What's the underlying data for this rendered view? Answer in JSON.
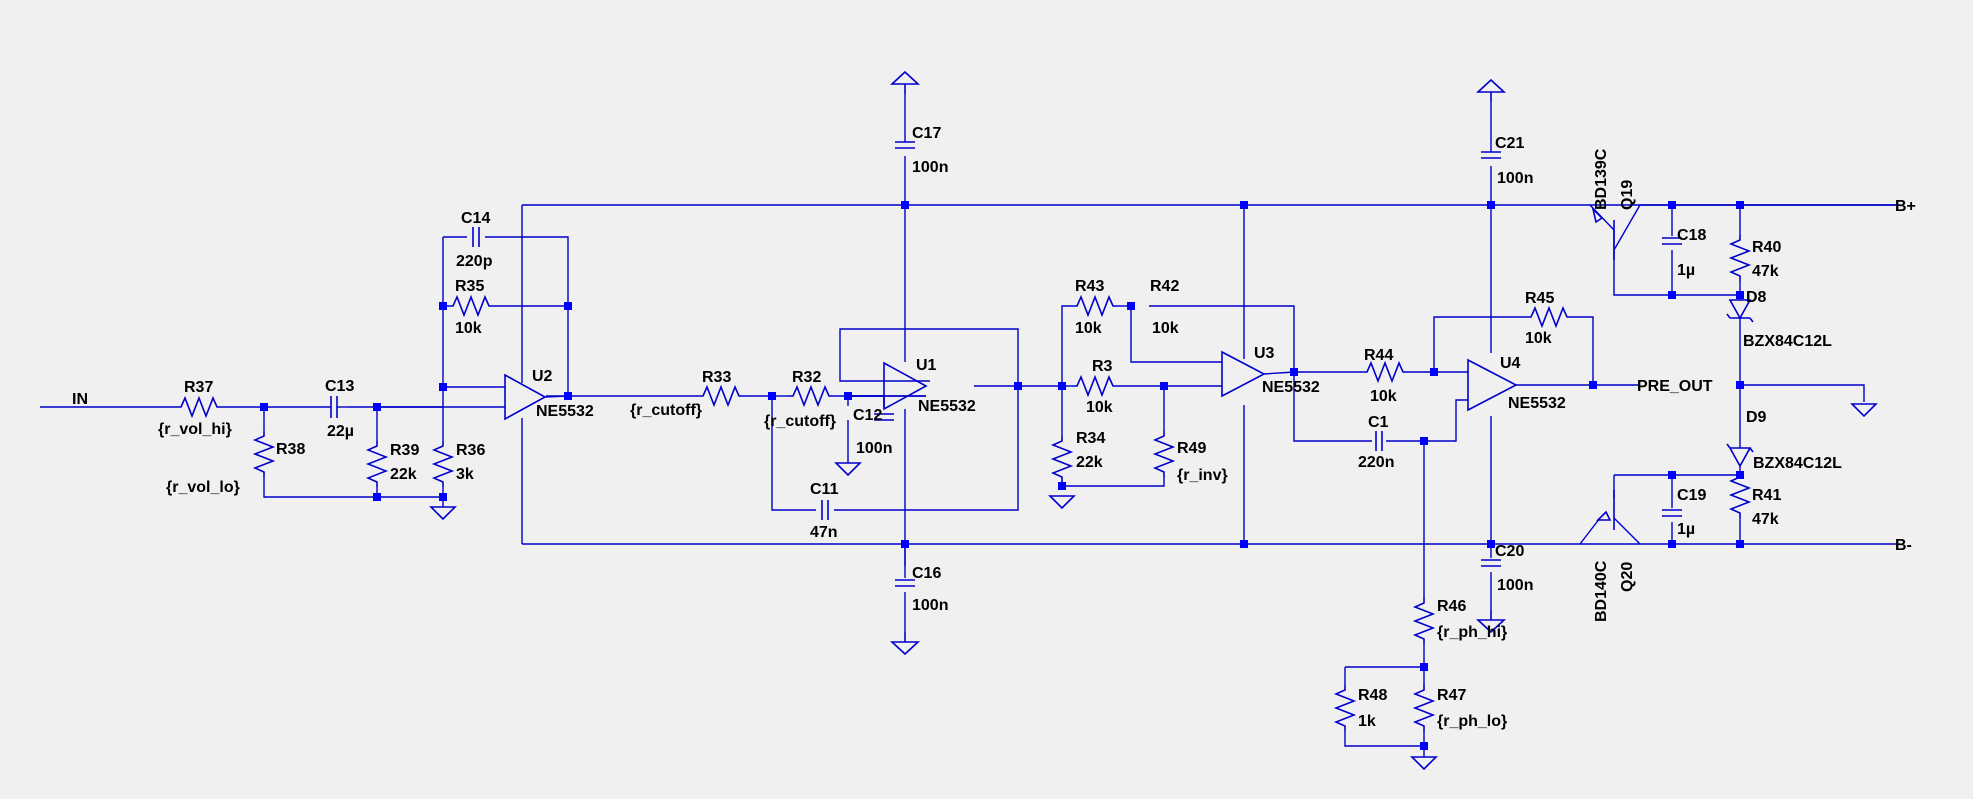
{
  "labels": {
    "in": "IN",
    "bplus": "B+",
    "bminus": "B-",
    "pre_out": "PRE_OUT"
  },
  "components": {
    "R37": {
      "ref": "R37",
      "value": "{r_vol_hi}"
    },
    "R38": {
      "ref": "R38",
      "value": "{r_vol_lo}"
    },
    "C13": {
      "ref": "C13",
      "value": "22µ"
    },
    "R39": {
      "ref": "R39",
      "value": "22k"
    },
    "R36": {
      "ref": "R36",
      "value": "3k"
    },
    "C14": {
      "ref": "C14",
      "value": "220p"
    },
    "R35": {
      "ref": "R35",
      "value": "10k"
    },
    "U2": {
      "ref": "U2",
      "value": "NE5532"
    },
    "R33": {
      "ref": "R33",
      "value": "{r_cutoff}"
    },
    "R32": {
      "ref": "R32",
      "value": "{r_cutoff}"
    },
    "C12": {
      "ref": "C12",
      "value": "100n"
    },
    "C11": {
      "ref": "C11",
      "value": "47n"
    },
    "U1": {
      "ref": "U1",
      "value": "NE5532"
    },
    "C17": {
      "ref": "C17",
      "value": "100n"
    },
    "C16": {
      "ref": "C16",
      "value": "100n"
    },
    "R43": {
      "ref": "R43",
      "value": "10k"
    },
    "R42": {
      "ref": "R42",
      "value": "10k"
    },
    "R3": {
      "ref": "R3",
      "value": "10k"
    },
    "R34": {
      "ref": "R34",
      "value": "22k"
    },
    "R49": {
      "ref": "R49",
      "value": "{r_inv}"
    },
    "U3": {
      "ref": "U3",
      "value": "NE5532"
    },
    "R44": {
      "ref": "R44",
      "value": "10k"
    },
    "C1": {
      "ref": "C1",
      "value": "220n"
    },
    "R45": {
      "ref": "R45",
      "value": "10k"
    },
    "U4": {
      "ref": "U4",
      "value": "NE5532"
    },
    "C21": {
      "ref": "C21",
      "value": "100n"
    },
    "C20": {
      "ref": "C20",
      "value": "100n"
    },
    "R46": {
      "ref": "R46",
      "value": "{r_ph_hi}"
    },
    "R47": {
      "ref": "R47",
      "value": "{r_ph_lo}"
    },
    "R48": {
      "ref": "R48",
      "value": "1k"
    },
    "Q19": {
      "ref": "Q19",
      "value": "BD139C"
    },
    "Q20": {
      "ref": "Q20",
      "value": "BD140C"
    },
    "C18": {
      "ref": "C18",
      "value": "1µ"
    },
    "C19": {
      "ref": "C19",
      "value": "1µ"
    },
    "R40": {
      "ref": "R40",
      "value": "47k"
    },
    "R41": {
      "ref": "R41",
      "value": "47k"
    },
    "D8": {
      "ref": "D8",
      "value": "BZX84C12L"
    },
    "D9": {
      "ref": "D9",
      "value": "BZX84C12L"
    }
  },
  "colors": {
    "background": "#f0f0f0",
    "wire": "#0000cc",
    "junction": "#0000ff",
    "text": "#000000"
  }
}
